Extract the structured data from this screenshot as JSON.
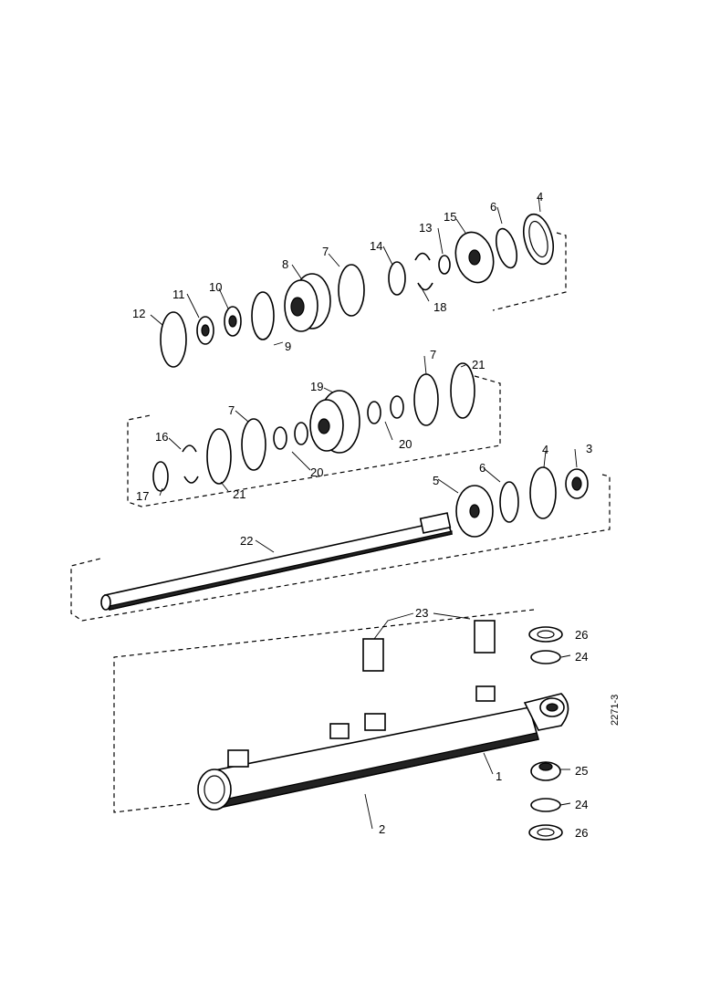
{
  "diagram": {
    "drawing_number": "2271-3",
    "labels": {
      "p1": "1",
      "p2": "2",
      "p3": "3",
      "p4a": "4",
      "p4b": "4",
      "p5": "5",
      "p6a": "6",
      "p6b": "6",
      "p7a": "7",
      "p7b": "7",
      "p7c": "7",
      "p8": "8",
      "p9": "9",
      "p10": "10",
      "p11": "11",
      "p12": "12",
      "p13": "13",
      "p14": "14",
      "p15": "15",
      "p16": "16",
      "p17": "17",
      "p18": "18",
      "p19": "19",
      "p20a": "20",
      "p20b": "20",
      "p21a": "21",
      "p21b": "21",
      "p22": "22",
      "p23": "23",
      "p24a": "24",
      "p24b": "24",
      "p25": "25",
      "p26a": "26",
      "p26b": "26"
    }
  }
}
